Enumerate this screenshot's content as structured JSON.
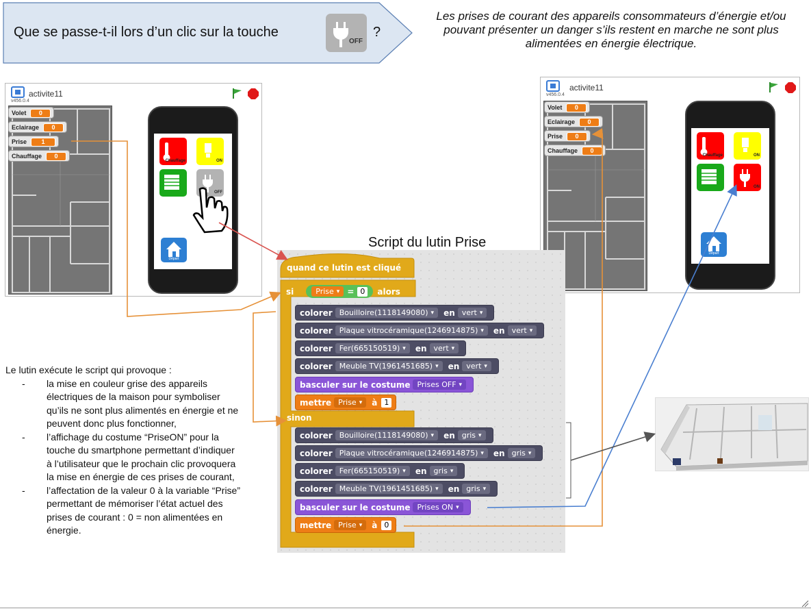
{
  "question": {
    "text": "Que se passe-t-il lors d’un clic sur la touche",
    "button_label": "OFF",
    "mark": "?"
  },
  "answer": "Les prises de courant des appareils consommateurs d’énergie et/ou pouvant présenter un danger s’ils restent en marche ne sont plus alimentées en énergie électrique.",
  "left_window": {
    "title": "activite11",
    "version": "v456.0.4",
    "variables": [
      {
        "name": "Volet",
        "value": "0"
      },
      {
        "name": "Eclairage",
        "value": "0"
      },
      {
        "name": "Prise",
        "value": "1"
      },
      {
        "name": "Chauffage",
        "value": "0"
      }
    ],
    "tiles": {
      "thermo_label": "Chauffage",
      "light_label": "ON",
      "plug_label": "OFF",
      "home_label": "Départ"
    }
  },
  "right_window": {
    "title": "activite11",
    "version": "v456.0.4",
    "variables": [
      {
        "name": "Volet",
        "value": "0"
      },
      {
        "name": "Eclairage",
        "value": "0"
      },
      {
        "name": "Prise",
        "value": "0"
      },
      {
        "name": "Chauffage",
        "value": "0"
      }
    ],
    "tiles": {
      "thermo_label": "Chauffage",
      "light_label": "ON",
      "plug_label": "ON",
      "home_label": "Départ"
    }
  },
  "script": {
    "title": "Script du lutin Prise",
    "hat": "quand ce lutin est cliqué",
    "if_label": "si",
    "condition_var": "Prise",
    "condition_op": "=",
    "condition_value": "0",
    "then_label": "alors",
    "else_label": "sinon",
    "color_word": "colorer",
    "en_word": "en",
    "then_blocks": [
      {
        "device": "Bouilloire(1118149080)",
        "color": "vert"
      },
      {
        "device": "Plaque vitrocéramique(1246914875)",
        "color": "vert"
      },
      {
        "device": "Fer(665150519)",
        "color": "vert"
      },
      {
        "device": "Meuble TV(1961451685)",
        "color": "vert"
      }
    ],
    "else_blocks": [
      {
        "device": "Bouilloire(1118149080)",
        "color": "gris"
      },
      {
        "device": "Plaque vitrocéramique(1246914875)",
        "color": "gris"
      },
      {
        "device": "Fer(665150519)",
        "color": "gris"
      },
      {
        "device": "Meuble TV(1961451685)",
        "color": "gris"
      }
    ],
    "switch_label": "basculer sur le costume",
    "then_costume": "Prises OFF",
    "else_costume": "Prises ON",
    "set_label": "mettre",
    "set_var": "Prise",
    "set_to": "à",
    "then_value": "1",
    "else_value": "0"
  },
  "explanation": {
    "intro": "Le lutin exécute le script qui provoque :",
    "items": [
      "la mise en couleur grise des appareils électriques de la maison pour symboliser qu’ils ne sont plus alimentés en énergie et ne peuvent donc plus fonctionner,",
      "l’affichage du costume “PriseON” pour la touche du smartphone permettant d’indiquer à l’utilisateur que le prochain clic provoquera la mise en énergie de ces prises de courant,",
      "l’affectation de la valeur 0 à la variable “Prise” permettant de mémoriser l’état actuel des prises de courant : 0 = non alimentées en énergie."
    ]
  },
  "colors": {
    "banner": "#dce6f2",
    "look": "#4d4d64",
    "purple": "#8a55d7",
    "orange": "#ee7d16",
    "control": "#e1a91a",
    "green": "#19a91a",
    "red": "#ff0000",
    "yellow": "#ffff00",
    "blue_arrow": "#4a7fd0",
    "orange_line": "#e69138"
  }
}
